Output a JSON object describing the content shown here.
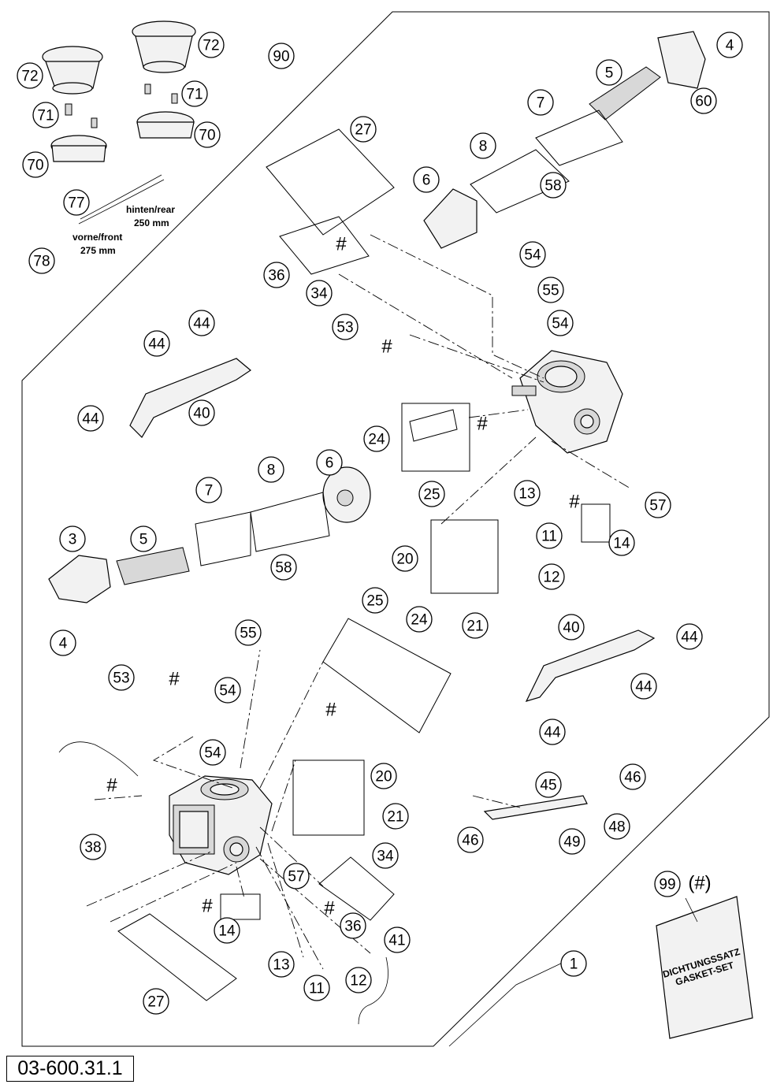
{
  "catalog_number": "03-600.31.1",
  "tube_labels": {
    "rear": "hinten/rear",
    "rear_length": "250 mm",
    "front": "vorne/front",
    "front_length": "275 mm"
  },
  "kit": {
    "number": "99",
    "marker": "(#)",
    "line1": "DICHTUNGSSATZ",
    "line2": "GASKET-SET"
  },
  "hash_symbol": "#",
  "callouts": [
    "72",
    "72",
    "71",
    "71",
    "70",
    "70",
    "90",
    "77",
    "78",
    "4",
    "5",
    "60",
    "7",
    "8",
    "58",
    "6",
    "27",
    "36",
    "34",
    "53",
    "54",
    "55",
    "54",
    "44",
    "44",
    "44",
    "40",
    "24",
    "25",
    "13",
    "57",
    "11",
    "12",
    "14",
    "20",
    "21",
    "8",
    "7",
    "6",
    "3",
    "5",
    "58",
    "4",
    "55",
    "25",
    "24",
    "54",
    "53",
    "54",
    "40",
    "44",
    "44",
    "44",
    "20",
    "21",
    "38",
    "34",
    "36",
    "57",
    "14",
    "13",
    "11",
    "12",
    "41",
    "27",
    "1",
    "45",
    "46",
    "46",
    "48",
    "49"
  ]
}
